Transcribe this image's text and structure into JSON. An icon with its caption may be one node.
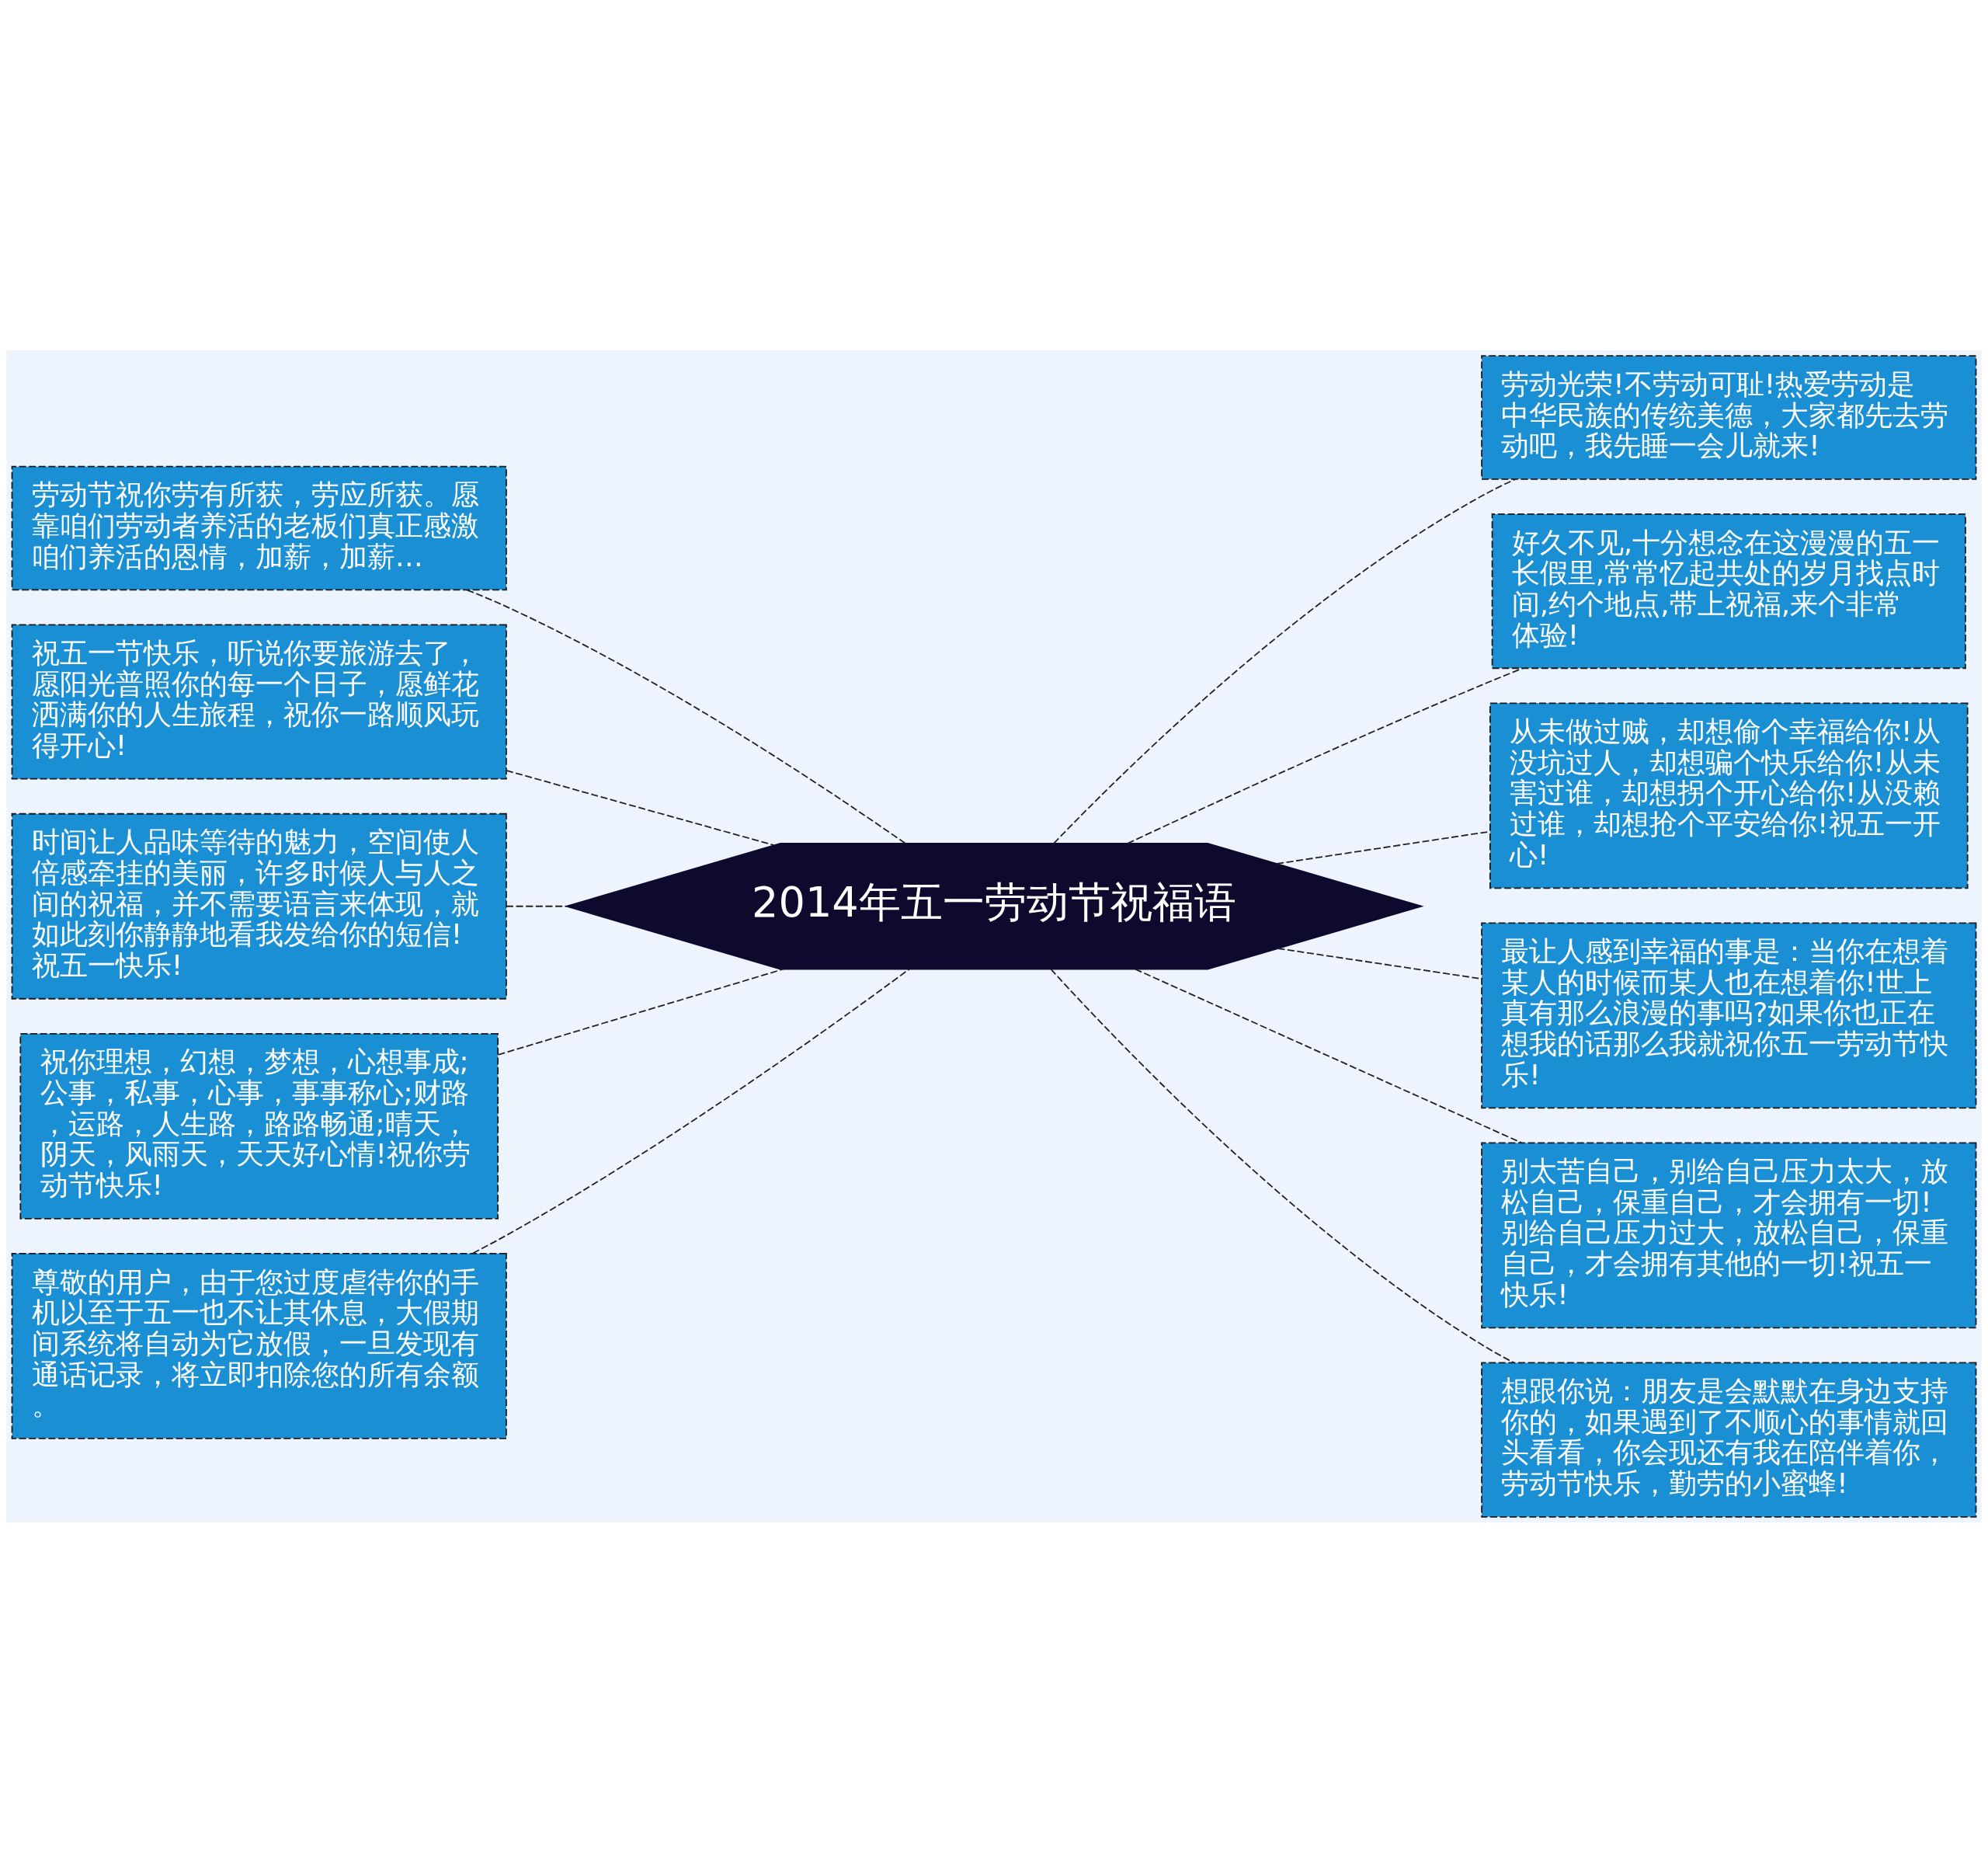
{
  "diagram": {
    "nodes": [
      {
        "text": [
          "2014年五一劳动节祝福语"
        ]
      },
      {
        "text": [
          "劳动节祝你劳有所获，劳应所获。愿靠咱们劳动者养活的老板们真正感激咱们养活的恩情，加薪，加薪…"
        ]
      },
      {
        "text": [
          "祝五一节快乐，听说你要旅游去了，愿阳光普照你的每一个日子，愿鲜花洒满你的人生旅程，祝你一路顺风玩得开心!"
        ]
      },
      {
        "text": [
          "时间让人品味等待的魅力，空间使人倍感牵挂的美丽，许多时候人与人之间的祝福，并不需要语言来体现，就如此刻你静静地看我发给你的短信!祝五一快乐!"
        ]
      },
      {
        "text": [
          "祝你理想，幻想，梦想，心想事成;公事，私事，心事，事事称心;财路，运路，人生路，路路畅通;晴天，阴天，风雨天，天天好心情!祝你劳动节快乐!"
        ]
      },
      {
        "text": [
          "尊敬的用户，由于您过度虐待你的手机以至于五一也不让其休息，大假期间系统将自动为它放假，一旦发现有通话记录，将立即扣除您的所有余额。"
        ]
      },
      {
        "text": [
          "劳动光荣!不劳动可耻!热爱劳动是中华民族的传统美德，大家都先去劳动吧，我先睡一会儿就来!"
        ]
      },
      {
        "text": [
          "好久不见,十分想念在这漫漫的五一长假里,常常忆起共处的岁月找点时间,约个地点,带上祝福,来个非常体验!"
        ]
      },
      {
        "text": [
          "从未做过贼，却想偷个幸福给你!从没坑过人，却想骗个快乐给你!从未害过谁，却想拐个开心给你!从没赖过谁，却想抢个平安给你!祝五一开心!"
        ]
      },
      {
        "text": [
          "最让人感到幸福的事是：当你在想着某人的时候而某人也在想着你!世上真有那么浪漫的事吗?如果你也正在想我的话那么我就祝你五一劳动节快乐!"
        ]
      },
      {
        "text": [
          "别太苦自己，别给自己压力太大，放松自己，保重自己，才会拥有一切!别给自己压力过大，放松自己，保重自己，才会拥有其他的一切!祝五一快乐!"
        ]
      },
      {
        "text": [
          "想跟你说：朋友是会默默在身边支持你的，如果遇到了不顺心的事情就回头看看，你会现还有我在陪伴着你，劳动节快乐，勤劳的小蜜蜂!"
        ]
      }
    ],
    "edges": [
      {
        "from": 0,
        "to": 1,
        "arrow": "none"
      },
      {
        "from": 0,
        "to": 2,
        "arrow": "none"
      },
      {
        "from": 0,
        "to": 3,
        "arrow": "none"
      },
      {
        "from": 0,
        "to": 4,
        "arrow": "none"
      },
      {
        "from": 0,
        "to": 5,
        "arrow": "none"
      },
      {
        "from": 0,
        "to": 6,
        "arrow": "none"
      },
      {
        "from": 0,
        "to": 7,
        "arrow": "none"
      },
      {
        "from": 0,
        "to": 8,
        "arrow": "none"
      },
      {
        "from": 0,
        "to": 9,
        "arrow": "none"
      },
      {
        "from": 0,
        "to": 10,
        "arrow": "none"
      },
      {
        "from": 0,
        "to": 11,
        "arrow": "none"
      }
    ]
  }
}
